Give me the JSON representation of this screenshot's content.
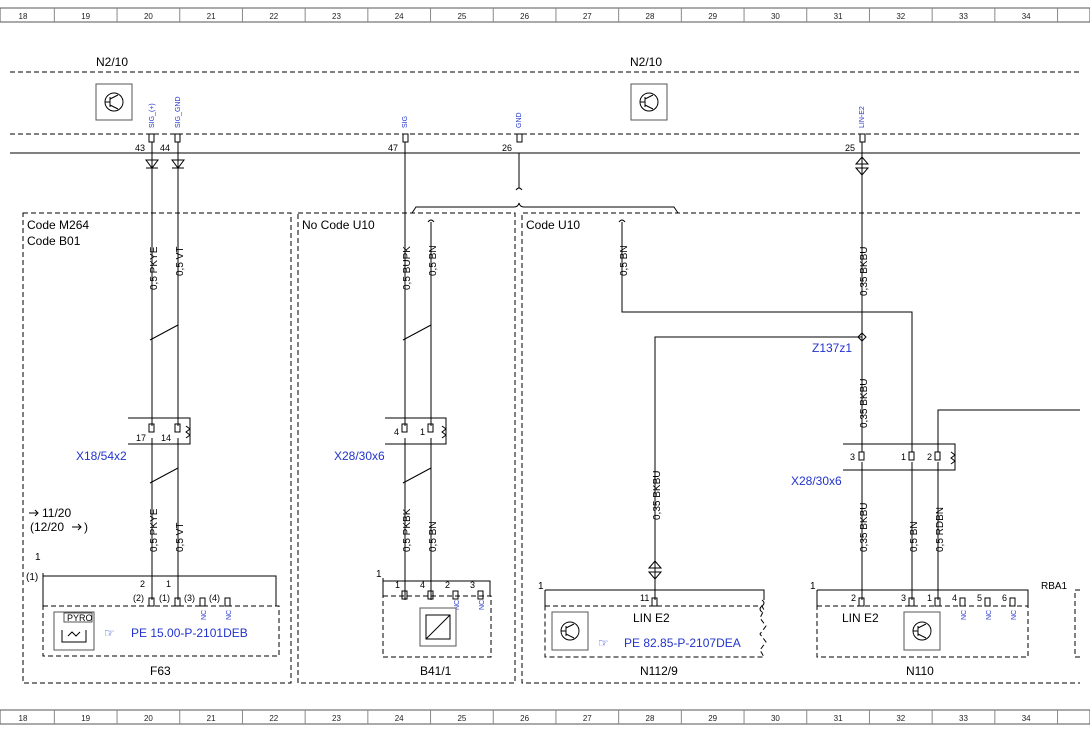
{
  "ruler": {
    "top": [
      "18",
      "19",
      "20",
      "21",
      "22",
      "23",
      "24",
      "25",
      "26",
      "27",
      "28",
      "29",
      "30",
      "31",
      "32",
      "33",
      "34"
    ],
    "bottom": [
      "18",
      "19",
      "20",
      "21",
      "22",
      "23",
      "24",
      "25",
      "26",
      "27",
      "28",
      "29",
      "30",
      "31",
      "32",
      "33",
      "34"
    ]
  },
  "header": {
    "n2_10_left": "N2/10",
    "n2_10_right": "N2/10",
    "sig_plus": "SIG_(+)",
    "sig_gnd": "SIG_GND",
    "sig": "SIG",
    "gnd": "GND",
    "lin_e2": "LIN-E2",
    "pin_43": "43",
    "pin_44": "44",
    "pin_47": "47",
    "pin_26": "26",
    "pin_25": "25"
  },
  "sections": {
    "code_m264": "Code M264",
    "code_b01": "Code B01",
    "no_code_u10": "No Code U10",
    "code_u10": "Code U10"
  },
  "wires": {
    "w1_top": "0,5 PKYE",
    "w2_top": "0,5 VT",
    "w3_top": "0,5 BUPK",
    "w4_top": "0,5 BN",
    "w5_top": "0,5 BN",
    "w6_top": "0,35 BKBU",
    "w6_mid": "0,35 BKBU",
    "w1_bot": "0,5 PKYE",
    "w2_bot": "0,5 VT",
    "w3_bot": "0,5 PKBK",
    "w4_bot": "0,5 BN",
    "w_lin": "0,35 BKBU",
    "w6_bot": "0,35 BKBU",
    "w7_bot": "0,5 BN",
    "w8_bot": "0,5 RDBN"
  },
  "connectors": {
    "x18": "X18/54x2",
    "x18_p1": "17",
    "x18_p2": "14",
    "x28a": "X28/30x6",
    "x28a_p1": "4",
    "x28a_p2": "1",
    "x28b": "X28/30x6",
    "x28b_p1": "3",
    "x28b_p2": "1",
    "x28b_p3": "2",
    "z137": "Z137z1"
  },
  "refs": {
    "arrow1": "11/20",
    "arrow2": "(12/20",
    "one": "1",
    "one_paren": "(1)"
  },
  "components": {
    "f63": {
      "name": "F63",
      "pins": [
        "2",
        "1",
        "(2)",
        "(1)",
        "(3)",
        "(4)"
      ],
      "nc1": "NC",
      "nc2": "NC",
      "pyro": "PYRO",
      "ref": "PE 15.00-P-2101DEB",
      "corner": "1"
    },
    "b41": {
      "name": "B41/1",
      "pins": [
        "1",
        "4",
        "2",
        "3"
      ],
      "nc1": "NC",
      "nc2": "NC",
      "corner": "1"
    },
    "n112": {
      "name": "N112/9",
      "pin": "11",
      "lin": "LIN E2",
      "ref": "PE 82.85-P-2107DEA",
      "corner": "1"
    },
    "n110": {
      "name": "N110",
      "pins": [
        "2",
        "3",
        "1",
        "4",
        "5",
        "6"
      ],
      "lin": "LIN E2",
      "nc1": "NC",
      "nc2": "NC",
      "nc3": "NC",
      "corner": "1"
    },
    "rba1": "RBA1"
  }
}
